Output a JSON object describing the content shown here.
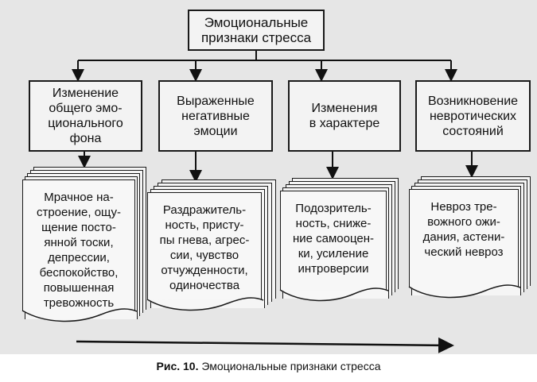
{
  "diagram": {
    "root": "Эмоциональные\nпризнаки стресса",
    "categories": [
      "Изменение\nобщего эмо-\nционального\nфона",
      "Выраженные\nнегативные\nэмоции",
      "Изменения\nв характере",
      "Возникновение\nневротических\nсостояний"
    ],
    "details": [
      "Мрачное на-\nстроение, ощу-\nщение посто-\nянной тоски,\nдепрессии,\nбеспокойство,\nповышенная\nтревожность",
      "Раздражитель-\nность, присту-\nпы гнева, агрес-\nсии, чувство\nотчужденности,\nодиночества",
      "Подозритель-\nность, сниже-\nние самооцен-\nки, усиление\nинтроверсии",
      "Невроз тре-\nвожного ожи-\nдания, астени-\nческий невроз"
    ]
  },
  "caption": {
    "label": "Рис. 10.",
    "text": "Эмоциональные признаки стресса"
  }
}
